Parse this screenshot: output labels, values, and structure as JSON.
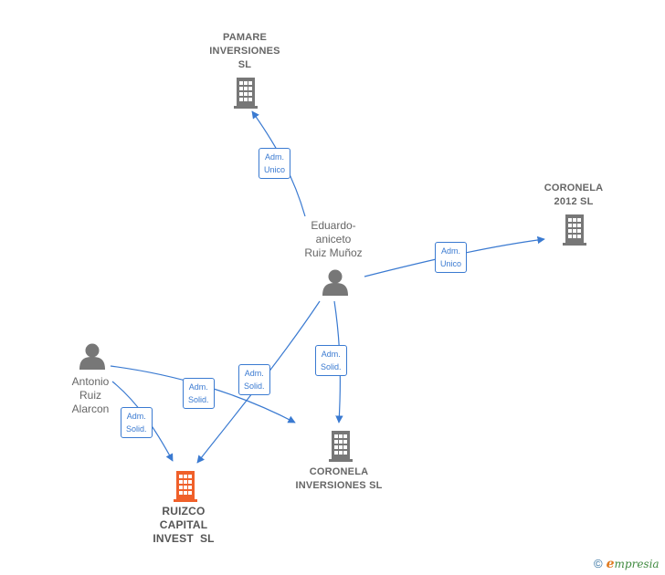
{
  "nodes": {
    "pamare": {
      "lines": [
        "PAMARE",
        "INVERSIONES",
        "SL"
      ],
      "type": "company"
    },
    "coronela2012": {
      "lines": [
        "CORONELA",
        "2012 SL"
      ],
      "type": "company"
    },
    "eduardo": {
      "lines": [
        "Eduardo-",
        "aniceto",
        "Ruiz Muñoz"
      ],
      "type": "person"
    },
    "antonio": {
      "lines": [
        "Antonio",
        "Ruiz",
        "Alarcon"
      ],
      "type": "person"
    },
    "coronelaInv": {
      "lines": [
        "CORONELA",
        "INVERSIONES SL"
      ],
      "type": "company"
    },
    "ruizco": {
      "lines": [
        "RUIZCO",
        "CAPITAL",
        "INVEST  SL"
      ],
      "type": "company",
      "highlight": true
    }
  },
  "edges": [
    {
      "from": "eduardo",
      "to": "pamare",
      "label": [
        "Adm.",
        "Unico"
      ]
    },
    {
      "from": "eduardo",
      "to": "coronela2012",
      "label": [
        "Adm.",
        "Unico"
      ]
    },
    {
      "from": "eduardo",
      "to": "coronelaInv",
      "label": [
        "Adm.",
        "Solid."
      ]
    },
    {
      "from": "eduardo",
      "to": "ruizco",
      "label": [
        "Adm.",
        "Solid."
      ]
    },
    {
      "from": "antonio",
      "to": "coronelaInv",
      "label": [
        "Adm.",
        "Solid."
      ]
    },
    {
      "from": "antonio",
      "to": "ruizco",
      "label": [
        "Adm.",
        "Solid."
      ]
    }
  ],
  "colors": {
    "edge": "#3a7ad1",
    "company_icon": "#777777",
    "company_icon_highlight": "#f0602a",
    "person_icon": "#777777",
    "label_text": "#666666"
  },
  "footer": {
    "copyright": "©",
    "brand_initial": "e",
    "brand_rest": "mpresia"
  }
}
